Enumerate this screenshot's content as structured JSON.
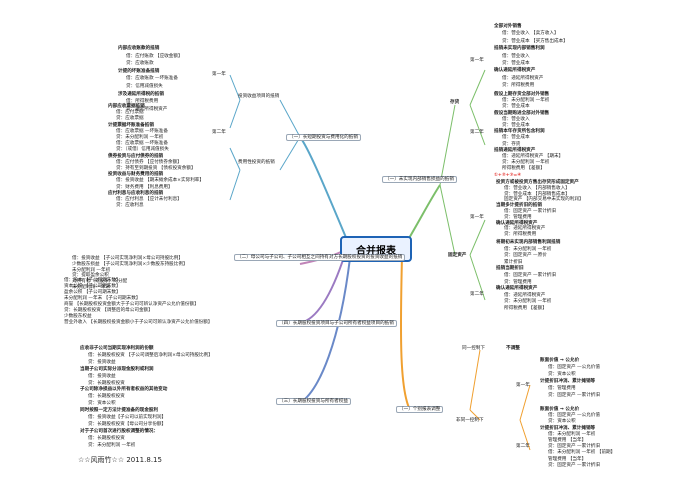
{
  "root": "合并报表",
  "branches": {
    "b1": {
      "label": "（一）长短期投资与费用化的抵销",
      "sub_a": "投资收益项目的抵销",
      "sub_b": "费用性投资的抵销",
      "group_a": [
        "内部应收账款的抵销",
        "借：应付账款 【应收金额】",
        "贷：应收账款",
        "计提的坏账准备抵销",
        "借：应收账款 —坏账准备",
        "贷：信用减值损失",
        "涉及递延所得税的抵销",
        "借：所得税费用",
        "贷：递延所得税资产"
      ],
      "group_b": [
        "内部应收票据抵销",
        "借：应付票据",
        "贷：应收票据",
        "计提票据坏账准备抵销",
        "借：应收票据 —坏账准备",
        "贷：未分配利润 —年初",
        "借：应收票据 —坏账准备",
        "贷：（或借）信用减值损失",
        "债券投资与应付债券的抵销",
        "借：应付债券 【应付债券余额】",
        "贷：持有至到期投资 【债权投资余额】",
        "投资收益与财务费用的抵销",
        "借：投资收益 【期末摊余成本×实际利率】",
        "贷：财务费用 【利息费用】",
        "应付利息与应收利息的抵销",
        "借：应付利息 【应计未付利息】",
        "贷：应收利息"
      ],
      "year1": "第一年",
      "year2": "第二年"
    },
    "b2": {
      "label": "（二）母公司与子公司、子公司相互之间持有对方长期股权投资的投资收益的抵销",
      "lines": [
        "借：投资收益 【子公司实现净利润×母公司持股比例】",
        "少数股东损益 【子公司实现净利润×少数股东持股比例】",
        "未分配利润 —年初",
        "贷：提取盈余公积",
        "对所有者（或股东）的分配",
        "未分配利润 —年末"
      ]
    },
    "b3": {
      "label": "（四）长期股权投资项目与子公司所有者权益项目的抵销",
      "lines": [
        "借：股本 【子公司期末数】",
        "资本公积 【子公司期末数】",
        "盈余公积 【子公司期末数】",
        "未分配利润 —年末 【子公司期末数】",
        "商誉 【长期股权投资金额大于子公司可辨认净资产公允价值份额】",
        "贷：长期股权投资 【调整后的母公司金额】",
        "少数股东权益",
        "营业外收入 【长期股权投资金额小于子公司可辨认净资产公允价值份额】"
      ]
    },
    "b4": {
      "label": "（三）长期股权投资与所有者权益",
      "lines": [
        "应收非子公司当期实现净利润的份额",
        "借：长期股权投资 【子公司调整后净利润×母公司持股比例】",
        "贷：投资收益",
        "当期子公司实际分派现金股利或利润",
        "借：投资收益",
        "贷：长期股权投资",
        "子公司除净损益以外所有者权益的其他变动",
        "借：长期股权投资",
        "贷：资本公积",
        "同时按照一定方法计提准备的现金股利",
        "借：投资收益【子公司以前实现利润】",
        "贷：长期股权投资【母公司分享份额】",
        "对于子公司首次进行股权调整的情况：",
        "借：长期股权投资",
        "贷：未分配利润 —年初"
      ]
    },
    "b5": {
      "label": "（一）未实现内部销售损益的抵销",
      "stock_label": "存货",
      "fixed_label": "固定资产",
      "stock_y1": [
        "全部对外销售",
        "借：营业收入 【卖方收入】",
        "贷：营业成本 【买方售出成本】",
        "抵销未实现内部销售利润",
        "借：营业收入",
        "贷：营业成本",
        "确认递延所得税资产",
        "借：递延所得税资产",
        "贷：所得税费用"
      ],
      "stock_y2": [
        "假设上期存货全部对外销售",
        "借：未分配利润 —年初",
        "贷：营业成本",
        "假设当期购进全部对外销售",
        "借：营业收入",
        "贷：营业成本",
        "抵销本年存货所包含利润",
        "借：营业成本",
        "贷：存货",
        "抵销递延所得税资产",
        "借：递延所得税资产 【期末】",
        "贷：未分配利润 —年初",
        "所得税费用 【差额】",
        "①+②+③=④"
      ],
      "fixed_y1": [
        "投资方或被投资方售出存货形成固定资产",
        "借：营业收入 【内部销售收入】",
        "贷：营业成本 【内部销售成本】",
        "固定资产 【内部交易中未实现的利润】",
        "当期多计提折旧的抵销",
        "借：固定资产 —累计折旧",
        "贷：管理费用",
        "确认递延所得税资产",
        "借：递延所得税资产",
        "贷：所得税费用"
      ],
      "fixed_y2": [
        "将期初未实现内部销售利润抵销",
        "借：未分配利润 —年初",
        "贷：固定资产 —原价",
        "累计折旧",
        "抵销当期折旧",
        "借：固定资产 —累计折旧",
        "贷：管理费用",
        "确认递延所得税资产",
        "借：递延所得税资产",
        "贷：未分配利润 —年初",
        "所得税费用 【差额】"
      ],
      "year1": "第一年",
      "year2": "第二年"
    },
    "b6": {
      "label": "（一）个别报表调整",
      "same_control": "同一控制下",
      "nonsame_control": "非同一控制下",
      "no_adjust": "不调整",
      "y1_lines": [
        "账面价值 → 公允价",
        "借：固定资产 —公允价值",
        "贷：资本公积",
        "计提折旧冲消、累计摊销等",
        "借：管理费用",
        "贷：固定资产 —累计折旧"
      ],
      "y2_lines": [
        "账面价值 → 公允价",
        "借：固定资产 —公允价值",
        "贷：资本公积",
        "计提折旧冲消、累计摊销等",
        "借：未分配利润 —年初",
        "管理费用 【当年】",
        "贷：固定资产 —累计折旧",
        "借：未分配利润 —年初 【前期】",
        "管理费用 【当年】",
        "贷：固定资产 —累计折旧"
      ],
      "year1": "第一年",
      "year2": "第二年"
    }
  },
  "signature": "☆☆风雨竹☆☆  2011.8.15",
  "colors": {
    "root_border": "#1e63b5",
    "link_b1": "#5aa6c9",
    "link_b2": "#c084b8",
    "link_b3": "#9b7ac2",
    "link_b4": "#6a89c8",
    "link_b5": "#7cbf6a",
    "link_b6": "#f0a030",
    "red_text": "#e53935"
  }
}
